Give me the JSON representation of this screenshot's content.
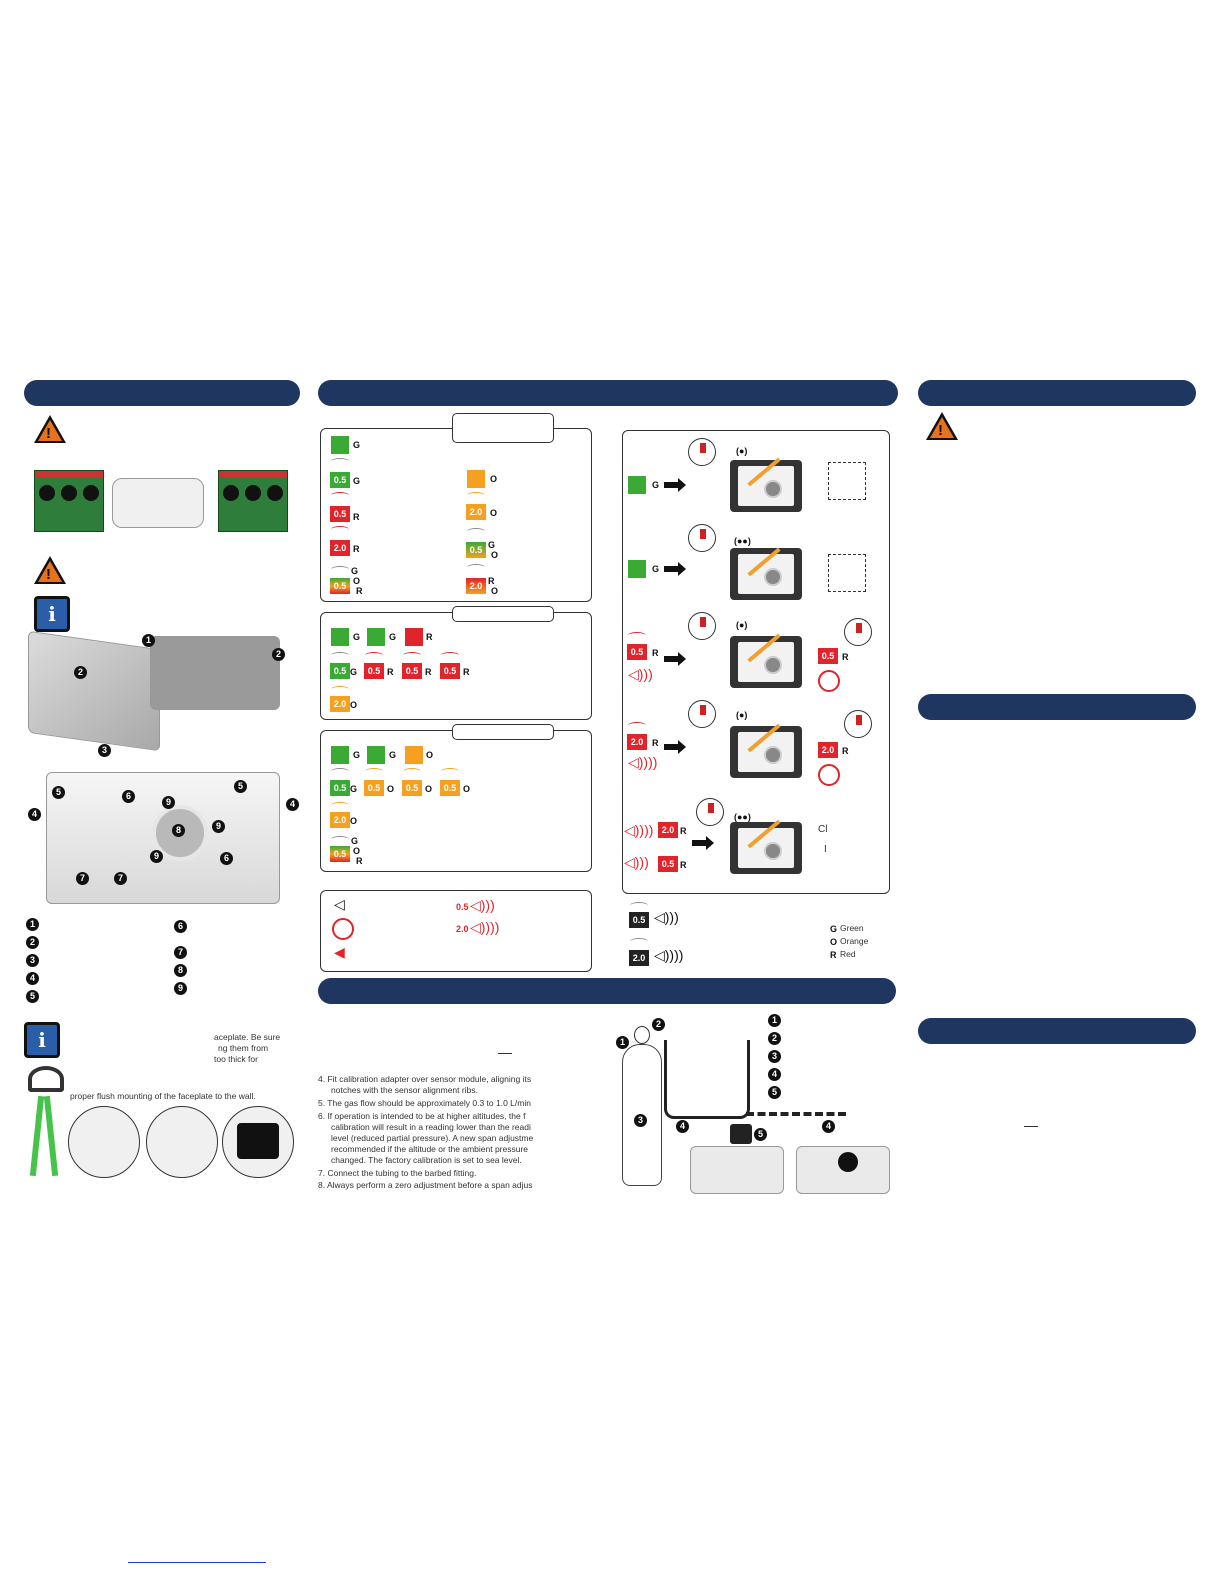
{
  "legend": {
    "g": "G",
    "o": "O",
    "r": "R",
    "green": "Green",
    "orange": "Orange",
    "red": "Red"
  },
  "chips": {
    "half": "0.5",
    "two": "2.0"
  },
  "device_labels": {
    "dot1": "(●)",
    "dot2": "(●●)"
  },
  "cal_steps": {
    "s4": "4.  Fit calibration adapter over sensor module, aligning its",
    "s4b": "notches with the sensor alignment ribs.",
    "s5": "5.  The gas flow should be approximately 0.3 to 1.0 L/min",
    "s6": "6.  If operation is intended to be at higher altitudes, the f",
    "s6b": "calibration will result in a reading lower than the readi",
    "s6c": "level (reduced partial pressure).  A new span adjustme",
    "s6d": "recommended if the altitude or the ambient pressure",
    "s6e": "changed. The factory calibration is set to sea level.",
    "s7": "7.  Connect the tubing to the barbed fitting.",
    "s8": "8.  Always perform a zero adjustment before a span adjus"
  },
  "faceplate_text": {
    "l1": "aceplate.  Be sure",
    "l2": "ng them from",
    "l3": "too thick for",
    "l4": "proper flush mounting of the faceplate to the wall."
  },
  "fragments": {
    "cl": "Cl",
    "i": "I"
  },
  "numbers": [
    "1",
    "2",
    "3",
    "4",
    "5",
    "6",
    "7",
    "8",
    "9"
  ],
  "icons": {
    "warning": "warning-triangle-icon",
    "info": "info-icon",
    "speaker": "speaker-icon",
    "muted": "speaker-muted-icon"
  },
  "colors": {
    "header": "#1f3660",
    "green": "#3aaa35",
    "orange": "#f5a020",
    "red": "#e0242b"
  }
}
